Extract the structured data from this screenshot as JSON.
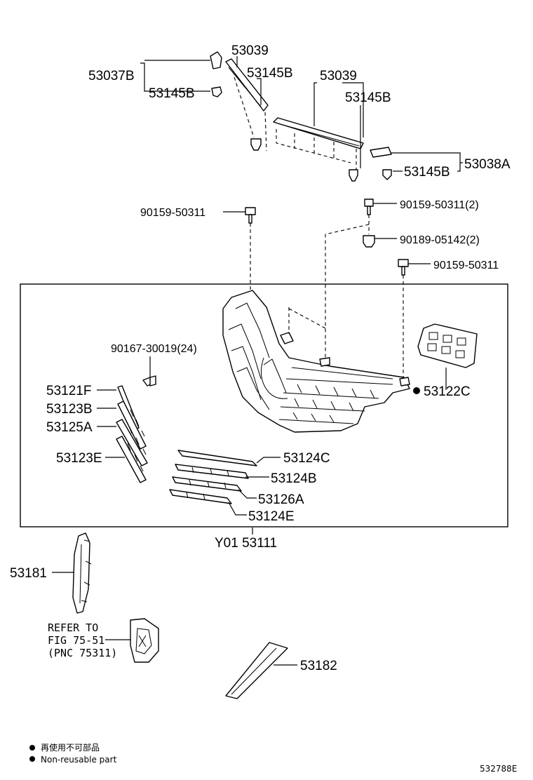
{
  "labels": {
    "p53039_a": "53039",
    "p53037B": "53037B",
    "p53145B_a": "53145B",
    "p53145B_b": "53145B",
    "p53039_b": "53039",
    "p53145B_c": "53145B",
    "p53038A": "53038A",
    "p53145B_d": "53145B",
    "p90159_left": "90159-50311",
    "p90159_right_top": "90159-50311(2)",
    "p90189": "90189-05142(2)",
    "p90159_right": "90159-50311",
    "p90167": "90167-30019(24)",
    "p53122C": "53122C",
    "p53121F": "53121F",
    "p53123B": "53123B",
    "p53125A": "53125A",
    "p53123E": "53123E",
    "p53124C": "53124C",
    "p53124B": "53124B",
    "p53126A": "53126A",
    "p53124E": "53124E",
    "assembly": "Y01 53111",
    "p53181": "53181",
    "refer_line1": "REFER TO",
    "refer_line2": "FIG 75-51",
    "refer_line3": "(PNC 75311)",
    "p53182": "53182"
  },
  "legend": {
    "jp": "再使用不可部品",
    "en": "Non-reusable part"
  },
  "figure_id": "532788E"
}
